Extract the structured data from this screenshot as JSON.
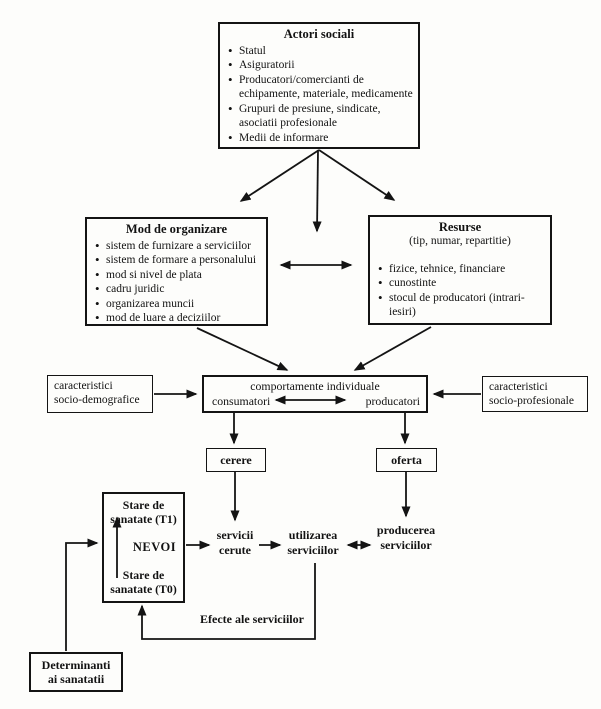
{
  "diagram": {
    "ink": "#141414",
    "actori": {
      "title": "Actori sociali",
      "items": [
        "Statul",
        "Asiguratorii",
        "Producatori/comercianti de echipamente, materiale, medicamente",
        "Grupuri de presiune, sindicate, asociatii profesionale",
        "Medii de informare"
      ]
    },
    "organizare": {
      "title": "Mod de organizare",
      "items": [
        "sistem de furnizare a serviciilor",
        "sistem de formare a personalului",
        "mod si nivel de plata",
        "cadru juridic",
        "organizarea muncii",
        "mod de luare a deciziilor"
      ]
    },
    "resurse": {
      "title": "Resurse",
      "subtitle": "(tip, numar, repartitie)",
      "items": [
        "fizice, tehnice, financiare",
        "cunostinte",
        "stocul de producatori (intrari-iesiri)"
      ]
    },
    "comportamente": {
      "title": "comportamente individuale",
      "consumatori": "consumatori",
      "producatori": "producatori"
    },
    "socio_demografice": {
      "line1": "caracteristici",
      "line2": "socio-demografice"
    },
    "socio_profesionale": {
      "line1": "caracteristici",
      "line2": "socio-profesionale"
    },
    "cerere": "cerere",
    "oferta": "oferta",
    "stare": {
      "t1_line1": "Stare de",
      "t1_line2": "sanatate (T1)",
      "nevoi": "NEVOI",
      "t0_line1": "Stare de",
      "t0_line2": "sanatate (T0)"
    },
    "servicii_cerute": {
      "line1": "servicii",
      "line2": "cerute"
    },
    "utilizarea": {
      "line1": "utilizarea",
      "line2": "serviciilor"
    },
    "producerea": {
      "line1": "producerea",
      "line2": "serviciilor"
    },
    "efecte": "Efecte ale serviciilor",
    "determinanti": {
      "line1": "Determinanti",
      "line2": "ai sanatatii"
    }
  }
}
